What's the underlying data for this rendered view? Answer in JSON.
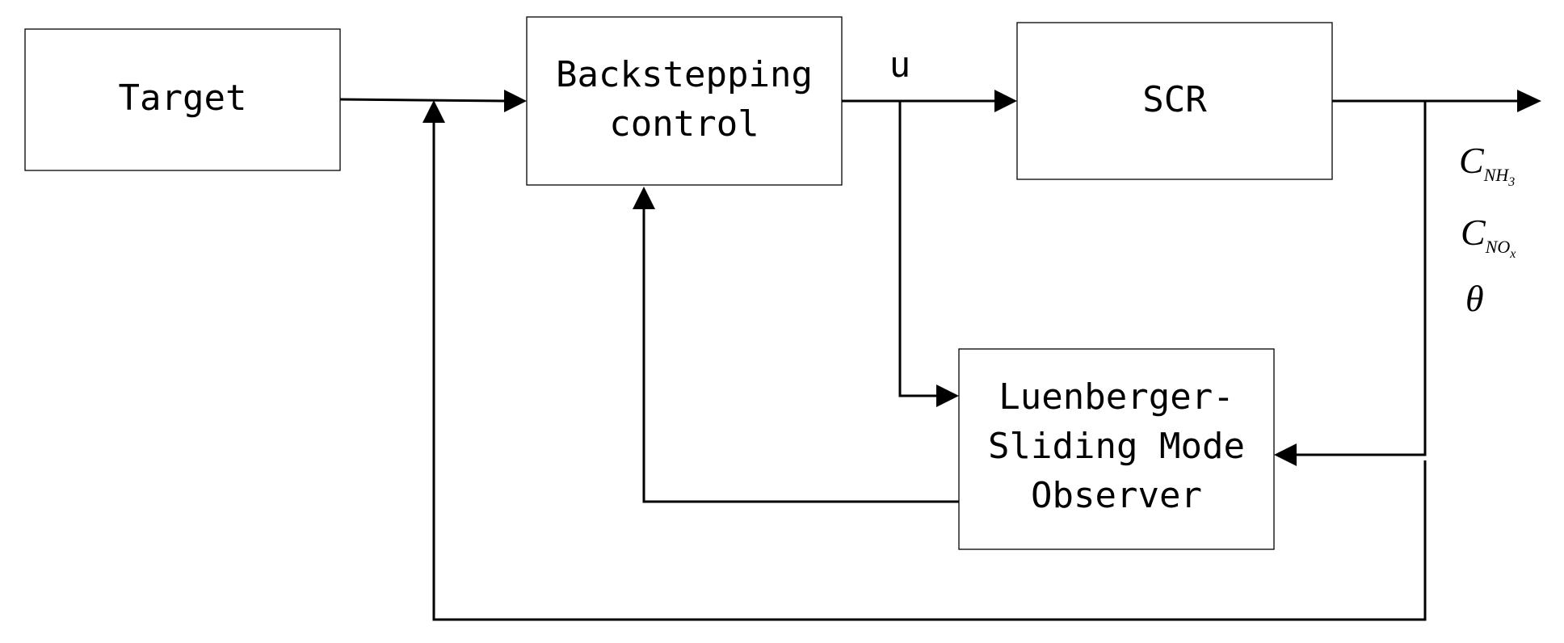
{
  "blocks": {
    "target": "Target",
    "controller": [
      "Backstepping",
      "control"
    ],
    "plant": "SCR",
    "observer": [
      "Luenberger-",
      "Sliding Mode",
      "Observer"
    ]
  },
  "signals": {
    "control_input": "u",
    "outputs": [
      {
        "symbol": "C",
        "subscript": "NH",
        "subsub": "3"
      },
      {
        "symbol": "C",
        "subscript": "NO",
        "subsub": "x"
      },
      {
        "symbol": "θ"
      }
    ]
  }
}
